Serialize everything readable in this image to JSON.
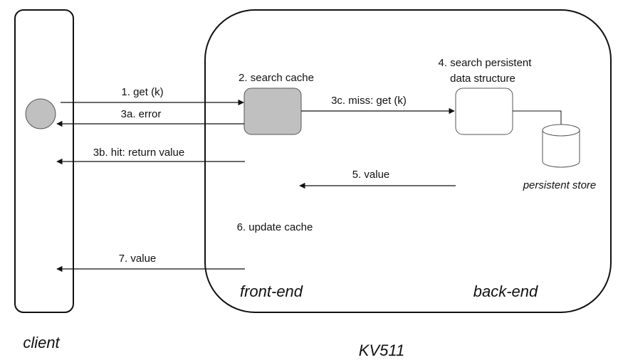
{
  "labels": {
    "client": "client",
    "system": "KV511",
    "front_end": "front-end",
    "back_end": "back-end",
    "persistent_store": "persistent store"
  },
  "steps": {
    "s1": "1. get (k)",
    "s2": "2. search cache",
    "s3a": "3a. error",
    "s3b": "3b. hit: return value",
    "s3c": "3c. miss: get (k)",
    "s4_line1": "4. search persistent",
    "s4_line2": "data structure",
    "s5": "5. value",
    "s6": "6. update cache",
    "s7": "7. value"
  },
  "colors": {
    "cache_fill": "#c0c0c0",
    "client_node_fill": "#c0c0c0",
    "stroke": "#111111"
  }
}
